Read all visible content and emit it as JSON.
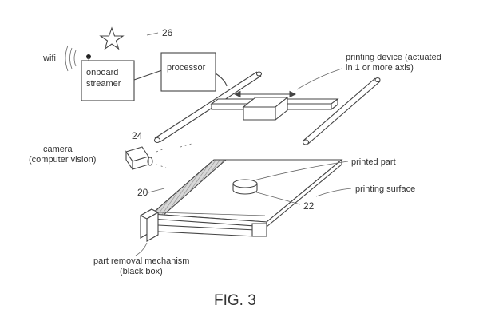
{
  "labels": {
    "wifi": "wifi",
    "onboard_streamer_line1": "onboard",
    "onboard_streamer_line2": "streamer",
    "processor": "processor",
    "printing_device_line1": "printing device (actuated",
    "printing_device_line2": "in 1 or more axis)",
    "camera_line1": "camera",
    "camera_line2": "(computer vision)",
    "printed_part": "printed part",
    "printing_surface": "printing surface",
    "part_removal_line1": "part removal mechanism",
    "part_removal_line2": "(black box)"
  },
  "reference_numerals": {
    "star": "26",
    "camera": "24",
    "surface": "20",
    "part": "22"
  },
  "figure_caption": "FIG. 3",
  "colors": {
    "ink": "#444444",
    "hatch": "#9a9a9a"
  },
  "icons": [
    "star-icon",
    "wifi-signal-icon",
    "camera-icon",
    "double-arrow-icon"
  ]
}
